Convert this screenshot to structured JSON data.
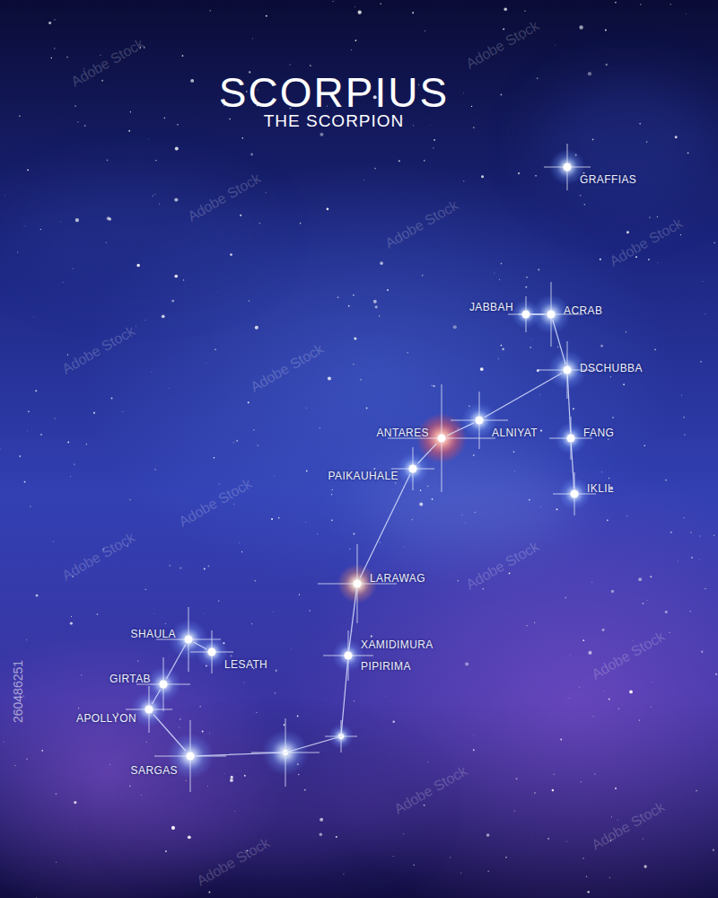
{
  "diagram": {
    "title": "SCORPIUS",
    "caption": "THE SCORPION",
    "nodes": [
      {
        "text": [
          "GRAFFIAS"
        ]
      },
      {
        "text": [
          "JABBAH"
        ]
      },
      {
        "text": [
          "ACRAB"
        ]
      },
      {
        "text": [
          "DSCHUBBA"
        ]
      },
      {
        "text": [
          "ANTARES"
        ]
      },
      {
        "text": [
          "ALNIYAT"
        ]
      },
      {
        "text": [
          "FANG"
        ]
      },
      {
        "text": [
          "PAIKAUHALE"
        ]
      },
      {
        "text": [
          "IKLIL"
        ]
      },
      {
        "text": [
          "LARAWAG"
        ]
      },
      {
        "text": [
          "XAMIDIMURA",
          "PIPIRIMA"
        ]
      },
      {
        "text": [
          "SHAULA"
        ]
      },
      {
        "text": [
          "LESATH"
        ]
      },
      {
        "text": [
          "GIRTAB"
        ]
      },
      {
        "text": [
          "APOLLYON"
        ]
      },
      {
        "text": [
          "SARGAS"
        ]
      }
    ],
    "edges": [
      {
        "from": 1,
        "to": 2,
        "arrow": "none"
      },
      {
        "from": 2,
        "to": 3,
        "arrow": "none"
      },
      {
        "from": 3,
        "to": 6,
        "arrow": "none"
      },
      {
        "from": 6,
        "to": 8,
        "arrow": "none"
      },
      {
        "from": 3,
        "to": 5,
        "arrow": "none"
      },
      {
        "from": 5,
        "to": 4,
        "arrow": "none"
      },
      {
        "from": 4,
        "to": 7,
        "arrow": "none"
      },
      {
        "from": 7,
        "to": 9,
        "arrow": "none"
      },
      {
        "from": 9,
        "to": 10,
        "arrow": "none"
      },
      {
        "from": 10,
        "to": 15,
        "arrow": "none"
      },
      {
        "from": 15,
        "to": 14,
        "arrow": "none"
      },
      {
        "from": 14,
        "to": 13,
        "arrow": "none"
      },
      {
        "from": 13,
        "to": 11,
        "arrow": "none"
      },
      {
        "from": 11,
        "to": 12,
        "arrow": "none"
      }
    ],
    "labels": [
      "260486251",
      "Adobe Stock",
      "Adobe Stock",
      "Adobe Stock",
      "Adobe Stock",
      "Adobe Stock",
      "Adobe Stock",
      "Adobe Stock",
      "Adobe Stock",
      "Adobe Stock",
      "Adobe Stock",
      "Adobe Stock",
      "Adobe Stock",
      "Adobe Stock",
      "Adobe Stock"
    ]
  }
}
